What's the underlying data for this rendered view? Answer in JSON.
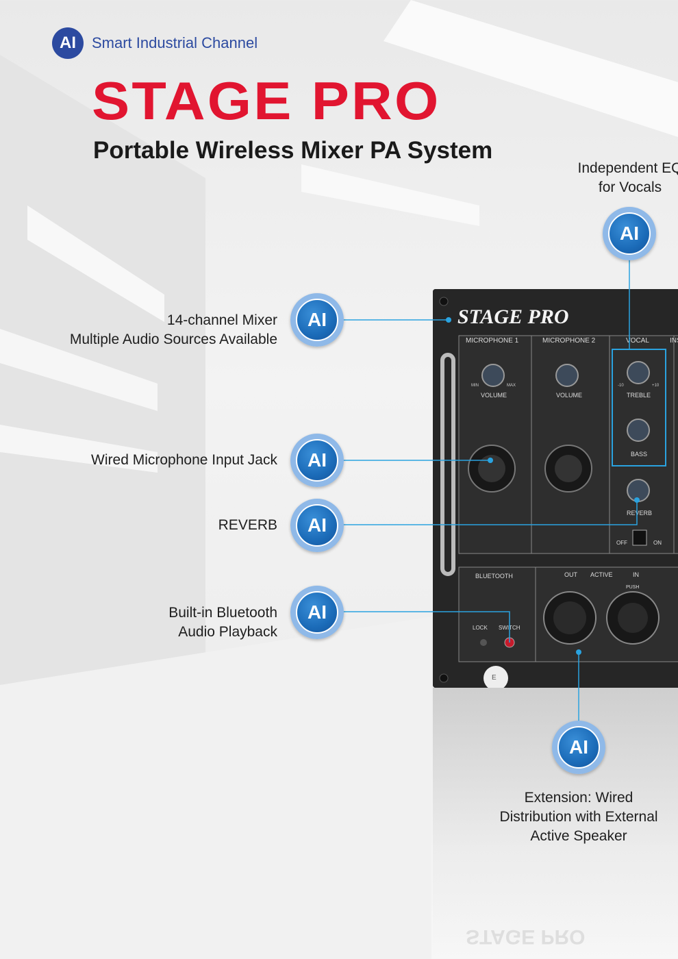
{
  "brand": {
    "badge": "AI",
    "name": "Smart Industrial Channel"
  },
  "header": {
    "title": "STAGE PRO",
    "subtitle": "Portable Wireless Mixer PA System"
  },
  "features": {
    "eq": {
      "line1": "Independent EQ",
      "line2": "for Vocals"
    },
    "mixer": {
      "line1": "14-channel Mixer",
      "line2": "Multiple Audio Sources Available"
    },
    "mic_jack": {
      "line1": "Wired Microphone Input Jack"
    },
    "reverb": {
      "line1": "REVERB"
    },
    "bluetooth": {
      "line1": "Built-in Bluetooth",
      "line2": "Audio Playback"
    },
    "extension": {
      "line1": "Extension: Wired",
      "line2": "Distribution with External",
      "line3": "Active Speaker"
    }
  },
  "badge_label": "AI",
  "panel": {
    "logo": "STAGE PRO",
    "mic1": "MICROPHONE 1",
    "mic2": "MICROPHONE 2",
    "vocal": "VOCAL",
    "ins": "INS",
    "volume": "VOLUME",
    "treble": "TREBLE",
    "bass": "BASS",
    "reverb": "REVERB",
    "min": "MIN",
    "max": "MAX",
    "minus10": "-10",
    "plus10": "+10",
    "off": "OFF",
    "on": "ON",
    "bluetooth": "BLUETOOTH",
    "lock": "LOCK",
    "switch": "SWITCH",
    "out": "OUT",
    "active": "ACTIVE",
    "in": "IN",
    "push": "PUSH",
    "e": "E"
  },
  "colors": {
    "accent": "#e11530",
    "brand_blue": "#2c4aa0",
    "line_blue": "#2aa3e0"
  }
}
